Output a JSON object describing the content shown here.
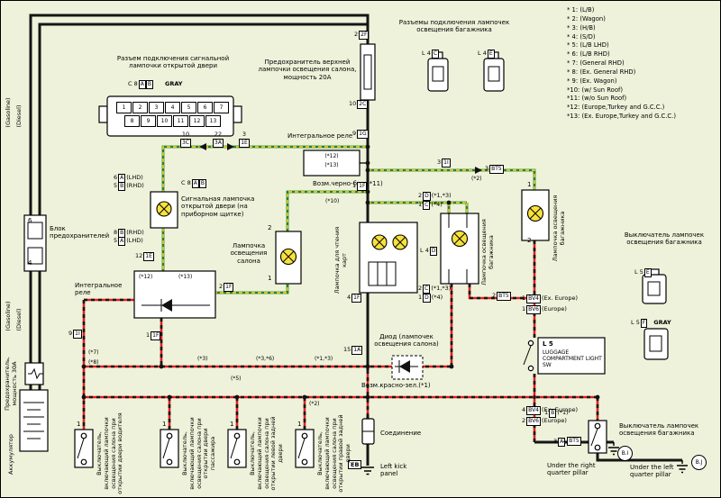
{
  "legend": {
    "items": [
      "* 1: (L/B)",
      "* 2: (Wagon)",
      "* 3: (H/B)",
      "* 4: (S/D)",
      "* 5: (L/B  LHD)",
      "* 6: (L/B  RHD)",
      "* 7: (General  RHD)",
      "* 8: (Ex. General  RHD)",
      "* 9: (Ex. Wagon)",
      "*10: (w/  Sun Roof)",
      "*11: (w/o  Sun Roof)",
      "*12: (Europe,Turkey and G.C.C.)",
      "*13: (Ex. Europe,Turkey and G.C.C.)"
    ]
  },
  "labels": {
    "door_conn_title": "Разъем подключения сигнальной лампочки открытой двери",
    "c8ab": "C 8",
    "gray": "GRAY",
    "fuse20": "Предохранитель верхней лампочки освещения салона, мощность 20A",
    "trunk_conns": "Разъемы подключения лампочек освещения багажника",
    "relay": "Интегральное реле",
    "fuse_block": "Блок предохранителей",
    "door_lamp": "Сигнальная лампочка открытой двери (на приборном щитке)",
    "interior_lamp": "Лампочка освещения салона",
    "map_lamp": "Лампочка для чтения карт",
    "luggage_lamp": "Лампочка освещения багажника",
    "luggage_sw": "Выключатель лампочек освещения багажника",
    "l5_box_line2": "LUGGAGE COMPARTMENT LIGHT SW",
    "diode": "Диод (лампочек освещения салона)",
    "maybe_bw": "Возм.черно-бел.(*11)",
    "maybe_rg": "Возм.красно-зел.(*1)",
    "connection": "Соединение",
    "left_kick": "Left kick panel",
    "under_right": "Under the right quarter pillar",
    "under_left": "Under the left quarter pillar",
    "gasoline": "(Gasoline)",
    "diesel": "(Diesel)",
    "fusible": "Предохранитель, мощность 30A",
    "battery": "Аккумулятор",
    "sw_driver": "Выключатель, включающий лампочки освещения салона при открытии двери водителя",
    "sw_passenger": "Выключатель, включающий лампочки освещения салона при открытии двери пассажира",
    "sw_rear_left": "Выключатель, включающий лампочки освещения салона при открытии левой задней двери",
    "sw_rear_right": "Выключатель, включающий лампочки освещения салона при открытии правой задней двери",
    "eb": "EB",
    "bi": "B.I",
    "bj": "B.J",
    "ex_europe": "(Ex. Europe)",
    "europe": "(Europe)"
  },
  "pins": {
    "n1": "1",
    "n2": "2",
    "n3": "3",
    "n4": "4",
    "n5": "5",
    "n6": "6",
    "n8": "8",
    "n9": "9",
    "n10": "10",
    "n12": "12",
    "n15": "15",
    "n22": "22",
    "c2f": "2F",
    "c2c": "2C",
    "c1g": "1G",
    "c1i": "1I",
    "c1f": "1F",
    "c1e": "1E",
    "c1a": "1A",
    "c3c": "3C",
    "c3a": "3A",
    "bt5": "BT5",
    "bv4": "BV4",
    "bv6": "BV6",
    "a": "A",
    "b": "B",
    "c": "C",
    "d": "D",
    "e": "E",
    "f": "F",
    "l4": "L 4",
    "l5": "L 5"
  },
  "ann": {
    "s1": "(*1)",
    "s2": "(*2)",
    "s3": "(*3)",
    "s4": "(*4)",
    "s5": "(*5)",
    "s7": "(*7)",
    "s8": "(*8)",
    "s10": "(*10)",
    "s12": "(*12)",
    "s13": "(*13)",
    "s36": "(*3,*6)",
    "s13b": "(*1,*3)",
    "lhd": "(LHD)",
    "rhd": "(RHD)"
  },
  "doorconn": {
    "row1": [
      "1",
      "2",
      "3",
      "4",
      "5",
      "6",
      "7"
    ],
    "row2": [
      "8",
      "9",
      "10",
      "11",
      "12",
      "13"
    ]
  }
}
